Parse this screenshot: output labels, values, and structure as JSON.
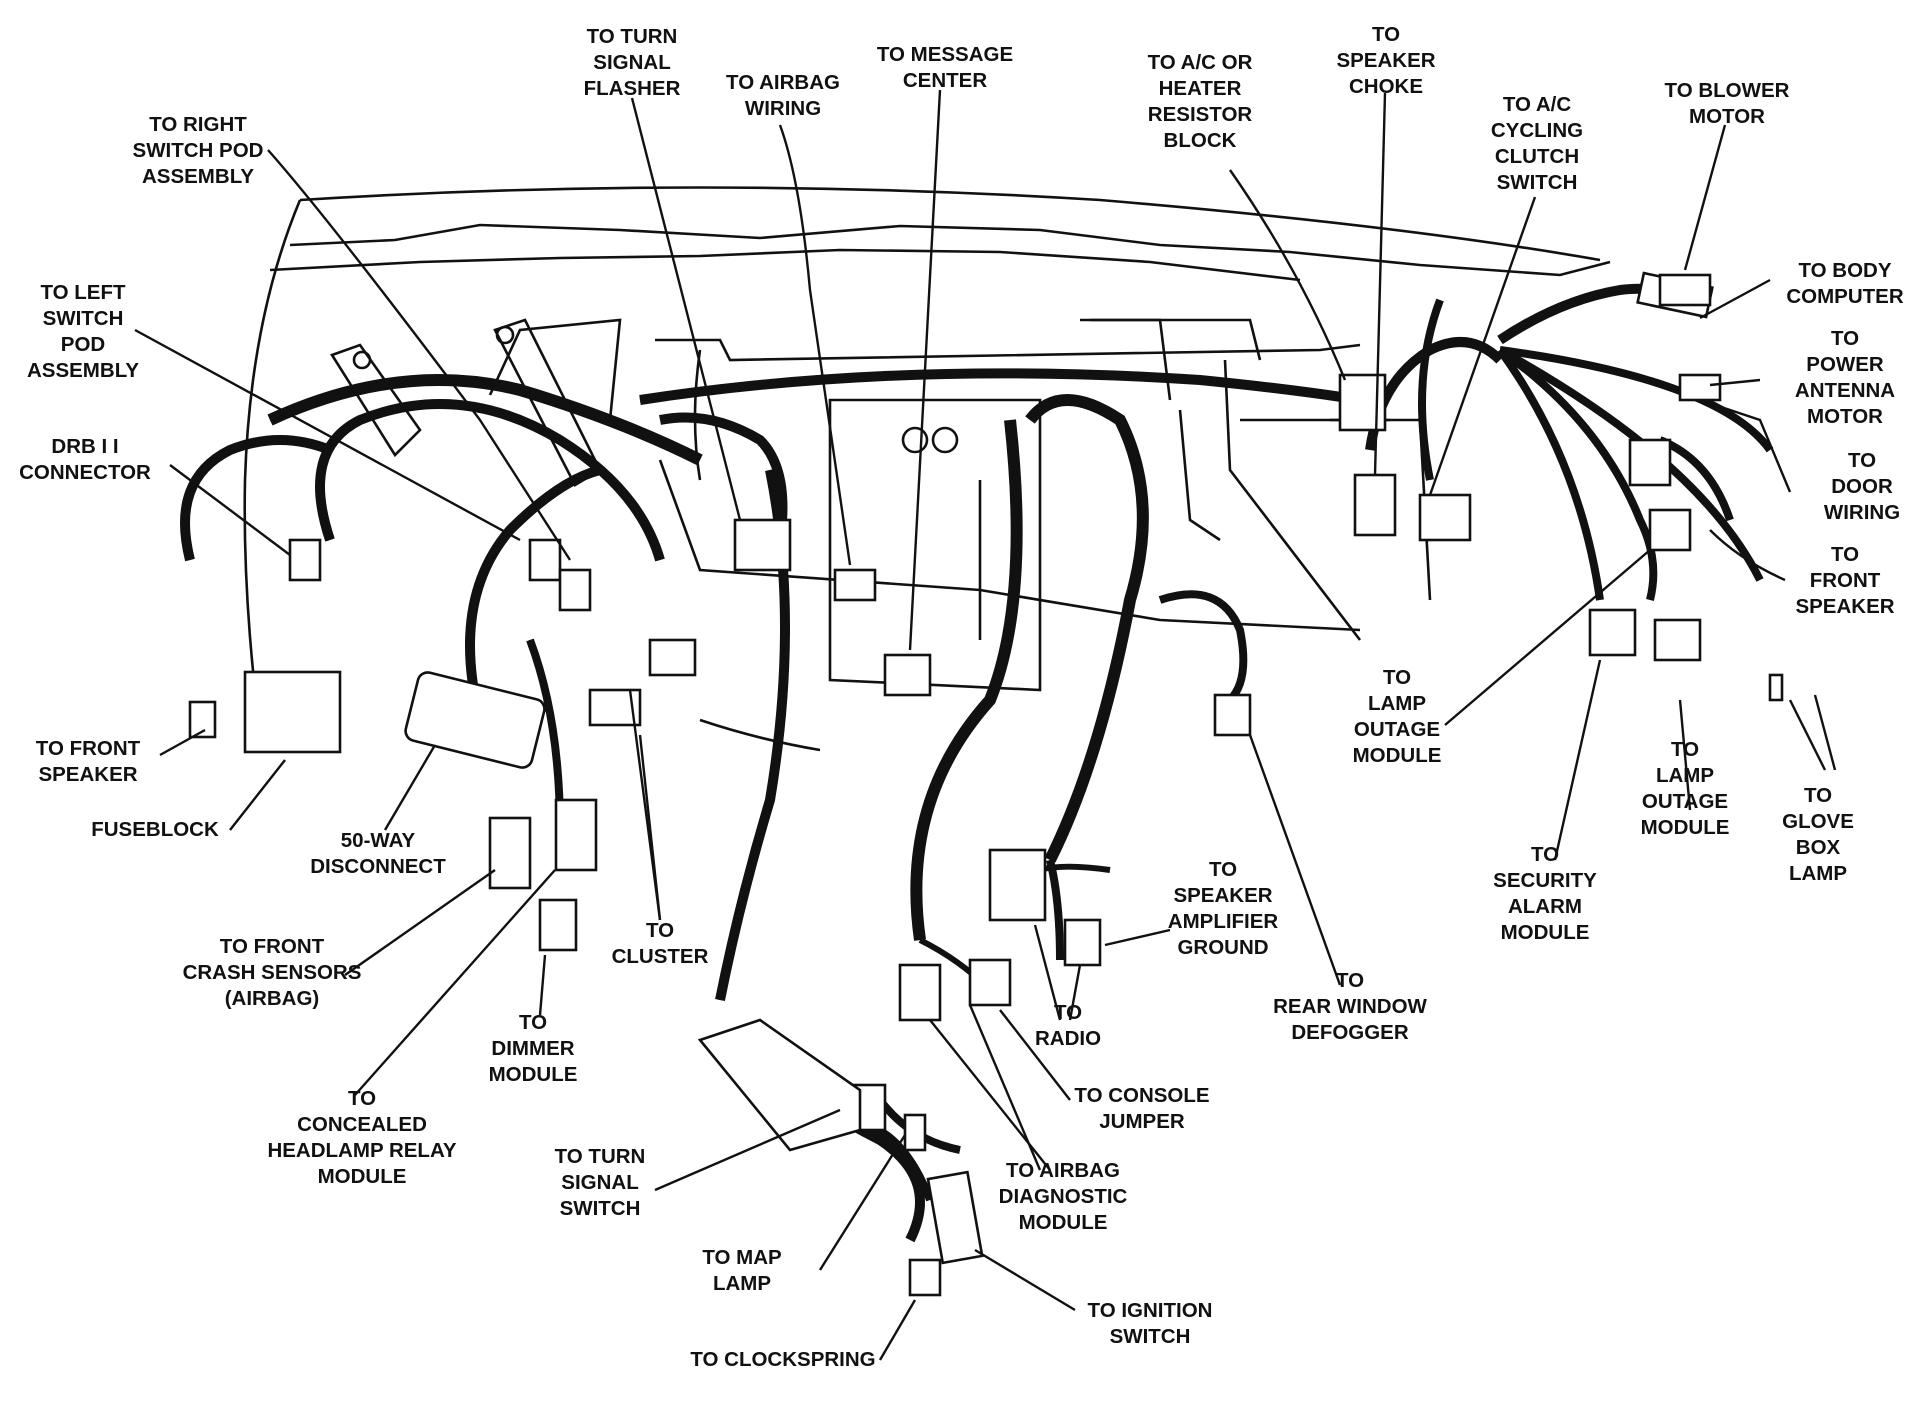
{
  "labels": {
    "turn_signal_flasher": [
      "TO TURN",
      "SIGNAL",
      "FLASHER"
    ],
    "airbag_wiring": [
      "TO AIRBAG",
      "WIRING"
    ],
    "message_center": [
      "TO MESSAGE",
      "CENTER"
    ],
    "ac_heater_resistor": [
      "TO A/C OR",
      "HEATER",
      "RESISTOR",
      "BLOCK"
    ],
    "speaker_choke": [
      "TO",
      "SPEAKER",
      "CHOKE"
    ],
    "ac_cycling_clutch": [
      "TO A/C",
      "CYCLING",
      "CLUTCH",
      "SWITCH"
    ],
    "blower_motor": [
      "TO BLOWER",
      "MOTOR"
    ],
    "right_switch_pod": [
      "TO RIGHT",
      "SWITCH POD",
      "ASSEMBLY"
    ],
    "body_computer": [
      "TO BODY",
      "COMPUTER"
    ],
    "left_switch_pod": [
      "TO LEFT",
      "SWITCH",
      "POD",
      "ASSEMBLY"
    ],
    "power_antenna": [
      "TO",
      "POWER",
      "ANTENNA",
      "MOTOR"
    ],
    "drb_connector": [
      "DRB I I",
      "CONNECTOR"
    ],
    "door_wiring": [
      "TO",
      "DOOR",
      "WIRING"
    ],
    "front_speaker_right": [
      "TO",
      "FRONT",
      "SPEAKER"
    ],
    "lamp_outage_1": [
      "TO",
      "LAMP",
      "OUTAGE",
      "MODULE"
    ],
    "front_speaker_left": [
      "TO FRONT",
      "SPEAKER"
    ],
    "fuseblock": [
      "FUSEBLOCK"
    ],
    "disconnect_50way": [
      "50-WAY",
      "DISCONNECT"
    ],
    "lamp_outage_2": [
      "TO",
      "LAMP",
      "OUTAGE",
      "MODULE"
    ],
    "glove_box_lamp": [
      "TO",
      "GLOVE",
      "BOX",
      "LAMP"
    ],
    "security_alarm": [
      "TO",
      "SECURITY",
      "ALARM",
      "MODULE"
    ],
    "speaker_amp_ground": [
      "TO",
      "SPEAKER",
      "AMPLIFIER",
      "GROUND"
    ],
    "cluster": [
      "TO",
      "CLUSTER"
    ],
    "front_crash_sensors": [
      "TO FRONT",
      "CRASH SENSORS",
      "(AIRBAG)"
    ],
    "rear_window_defogger": [
      "TO",
      "REAR WINDOW",
      "DEFOGGER"
    ],
    "radio": [
      "TO",
      "RADIO"
    ],
    "dimmer_module": [
      "TO",
      "DIMMER",
      "MODULE"
    ],
    "concealed_headlamp": [
      "TO",
      "CONCEALED",
      "HEADLAMP RELAY",
      "MODULE"
    ],
    "console_jumper": [
      "TO CONSOLE",
      "JUMPER"
    ],
    "turn_signal_switch": [
      "TO TURN",
      "SIGNAL",
      "SWITCH"
    ],
    "airbag_diagnostic": [
      "TO AIRBAG",
      "DIAGNOSTIC",
      "MODULE"
    ],
    "map_lamp": [
      "TO MAP",
      "LAMP"
    ],
    "ignition_switch": [
      "TO IGNITION",
      "SWITCH"
    ],
    "clockspring": [
      "TO CLOCKSPRING"
    ]
  }
}
